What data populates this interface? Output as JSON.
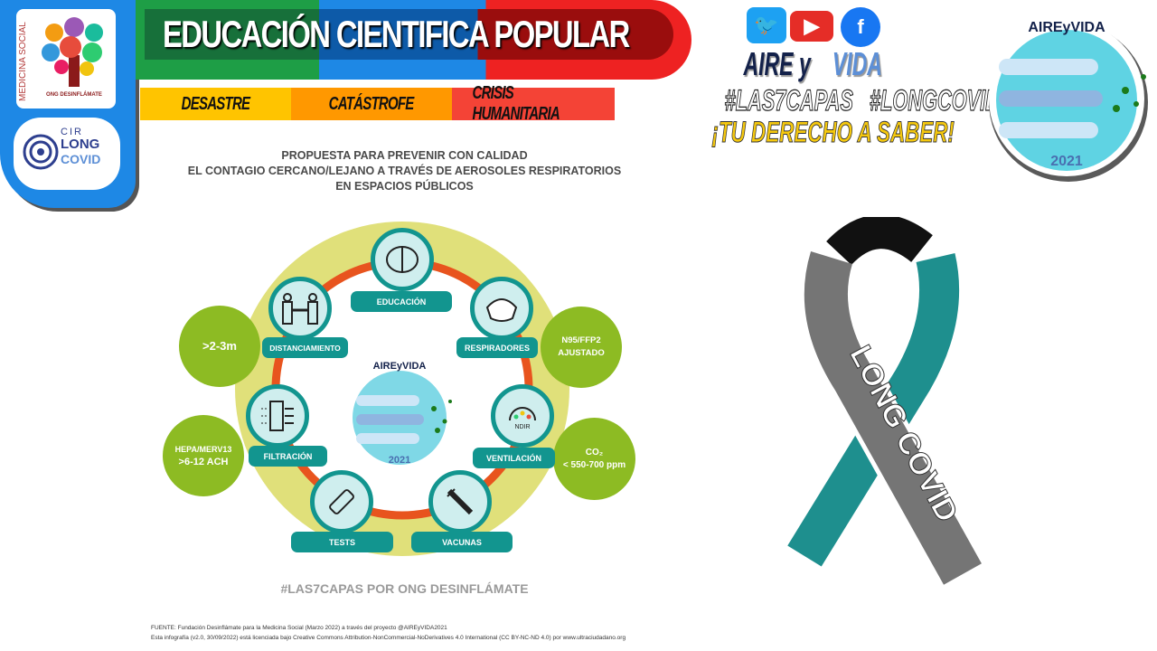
{
  "left_panel": {
    "logo1": {
      "vertical_text": "MEDICINA SOCIAL",
      "caption": "ONG DESINFLÁMATE"
    },
    "logo2": {
      "line1": "CIR",
      "line2": "LONG",
      "line3": "COVID"
    }
  },
  "header": {
    "title": "EDUCACIÓN CIENTIFICA POPULAR",
    "subtitles": [
      "DESASTRE",
      "CATÁSTROFE",
      "CRISIS HUMANITARIA"
    ]
  },
  "social": {
    "icons": [
      "twitter-icon",
      "youtube-icon",
      "facebook-icon"
    ],
    "brand_part1": "AIRE y",
    "brand_part2": "VIDA",
    "hashtags": "#LAS7CAPAS   #LONGCOVID",
    "slogan": "¡TU DERECHO A SABER!"
  },
  "badge": {
    "top": "AIREyVIDA",
    "year": "2021"
  },
  "proposal": [
    "PROPUESTA PARA PREVENIR CON CALIDAD",
    "EL CONTAGIO CERCANO/LEJANO A TRAVÉS DE AEROSOLES RESPIRATORIOS",
    "EN ESPACIOS PÚBLICOS"
  ],
  "layers": [
    {
      "label": "EDUCACIÓN",
      "icon": "brain-icon"
    },
    {
      "label": "RESPIRADORES",
      "icon": "mask-icon"
    },
    {
      "label": "VENTILACIÓN",
      "icon": "co2-meter-icon",
      "icon_text": "NDIR"
    },
    {
      "label": "VACUNAS",
      "icon": "syringe-icon"
    },
    {
      "label": "TESTS",
      "icon": "test-kit-icon"
    },
    {
      "label": "FILTRACIÓN",
      "icon": "filter-icon"
    },
    {
      "label": "DISTANCIAMIENTO",
      "icon": "distance-icon"
    }
  ],
  "values": {
    "distance": ">2-3m",
    "filtration": [
      "HEPA/MERV13",
      ">6-12 ACH"
    ],
    "respirators": [
      "N95/FFP2",
      "AJUSTADO"
    ],
    "co2": [
      "CO₂",
      "< 550-700 ppm"
    ]
  },
  "center_logo": {
    "top": "AIREyVIDA",
    "year": "2021"
  },
  "tagline": "#LAS7CAPAS POR ONG DESINFLÁMATE",
  "ribbon_text": "LONG COVID",
  "footer": [
    "FUENTE: Fundación Desinflámate para la Medicina Social (Marzo 2022) a través del proyecto @AIREyVIDA2021",
    "Esta infografía (v2.0, 30/09/2022) está licenciada bajo Creative Commons Attribution-NonCommercial-NoDerivatives 4.0 International (CC BY-NC-ND 4.0) por www.ultraciudadano.org"
  ],
  "colors": {
    "teal": "#12958f",
    "green": "#8dbb23",
    "orange": "#e8541e",
    "ring_bg": "#e0e07a",
    "blue": "#1e88e5"
  }
}
